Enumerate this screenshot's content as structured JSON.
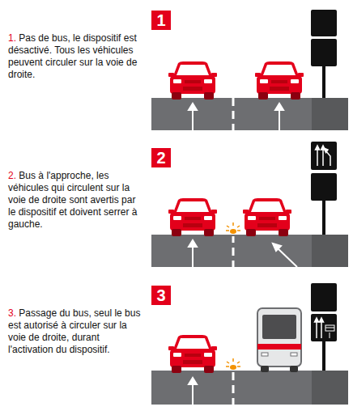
{
  "diagram": {
    "nodes": [
      {
        "text": [
          "1"
        ]
      },
      {
        "text": [
          "2"
        ]
      },
      {
        "text": [
          "3"
        ]
      }
    ],
    "labels": [
      "1.",
      "Pas de bus, le dispositif est désactivé. Tous les véhicules peuvent circuler sur la voie de droite.",
      "2.",
      "Bus à l'approche, les véhicules qui circulent sur la voie de droite sont avertis par le dispositif et doivent serrer à gauche.",
      "3.",
      "Passage du bus, seul le bus est autorisé à circuler sur la voie de droite, durant l'activation du dispositif."
    ]
  }
}
